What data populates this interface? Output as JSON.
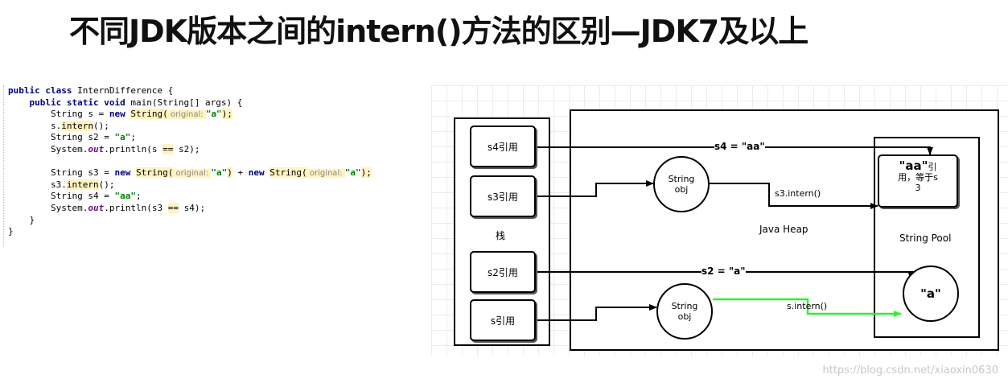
{
  "title": "不同JDK版本之间的intern()方法的区别—JDK7及以上",
  "code": [
    [
      {
        "t": "public class ",
        "c": "kw"
      },
      {
        "t": "InternDifference {"
      }
    ],
    [
      {
        "t": "    public static void ",
        "c": "kw"
      },
      {
        "t": "main(String[] args) {"
      }
    ],
    [
      {
        "t": "        String s = "
      },
      {
        "t": "new ",
        "c": "kw"
      },
      {
        "t": "String(",
        "c": "hl"
      },
      {
        "t": " original: ",
        "c": "hint"
      },
      {
        "t": "\"a\"",
        "c": "str"
      },
      {
        "t": ");",
        "c": "hl"
      }
    ],
    [
      {
        "t": "        s."
      },
      {
        "t": "intern",
        "c": "mt"
      },
      {
        "t": "();"
      }
    ],
    [
      {
        "t": "        String s2 = "
      },
      {
        "t": "\"a\"",
        "c": "str"
      },
      {
        "t": ";"
      }
    ],
    [
      {
        "t": "        System."
      },
      {
        "t": "out",
        "c": "it"
      },
      {
        "t": ".println(s "
      },
      {
        "t": "==",
        "c": "mt"
      },
      {
        "t": " s2);"
      }
    ],
    [
      {
        "t": " "
      }
    ],
    [
      {
        "t": "        String s3 = "
      },
      {
        "t": "new ",
        "c": "kw"
      },
      {
        "t": "String(",
        "c": "hl"
      },
      {
        "t": " original: ",
        "c": "hint"
      },
      {
        "t": "\"a\"",
        "c": "str"
      },
      {
        "t": ")",
        "c": "hl"
      },
      {
        "t": " + "
      },
      {
        "t": "new ",
        "c": "kw"
      },
      {
        "t": "String(",
        "c": "hl"
      },
      {
        "t": " original: ",
        "c": "hint"
      },
      {
        "t": "\"a\"",
        "c": "str"
      },
      {
        "t": ");",
        "c": "hl"
      }
    ],
    [
      {
        "t": "        s3."
      },
      {
        "t": "intern",
        "c": "mt"
      },
      {
        "t": "();"
      }
    ],
    [
      {
        "t": "        String s4 = "
      },
      {
        "t": "\"aa\"",
        "c": "str"
      },
      {
        "t": ";"
      }
    ],
    [
      {
        "t": "        System."
      },
      {
        "t": "out",
        "c": "it"
      },
      {
        "t": ".println(s3 "
      },
      {
        "t": "==",
        "c": "mt"
      },
      {
        "t": " s4);"
      }
    ],
    [
      {
        "t": "    }"
      }
    ],
    [
      {
        "t": "}"
      }
    ]
  ],
  "diagram": {
    "stack_label": "栈",
    "heap_label": "Java Heap",
    "pool_label": "String Pool",
    "refs": {
      "s4": "s4引用",
      "s3": "s3引用",
      "s2": "s2引用",
      "s": "s引用"
    },
    "heap_obj_top": {
      "line1": "String",
      "line2": "obj"
    },
    "heap_obj_bottom": {
      "line1": "String",
      "line2": "obj"
    },
    "pool_aa": {
      "big": "\"aa\"",
      "rest1": "引",
      "line2": "用，等于s",
      "line3": "3"
    },
    "pool_a": "\"a\"",
    "arrow_labels": {
      "s4": "s4 = \"aa\"",
      "s3_intern": "s3.intern()",
      "s2": "s2 = \"a\"",
      "s_intern": "s.intern()"
    },
    "colors": {
      "line": "#000000",
      "green": "#33ee33"
    }
  },
  "watermark": "https://blog.csdn.net/xiaoxin0630"
}
